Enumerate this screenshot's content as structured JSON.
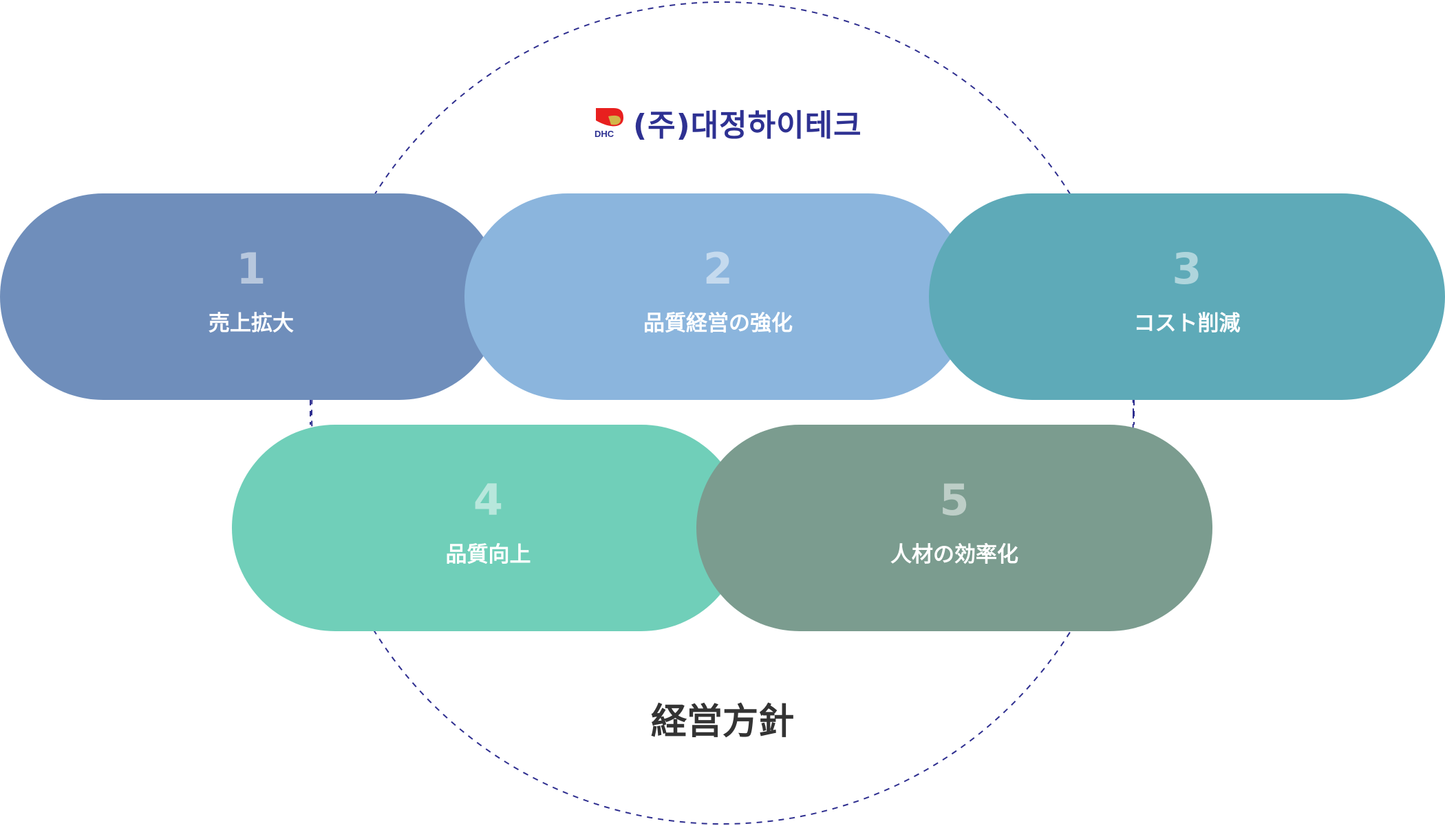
{
  "logo": {
    "mark_text": "DHC",
    "company_name": "(주)대정하이테크"
  },
  "title": "経営方針",
  "colors": {
    "ring": "#2e2e8f",
    "pill1": "#6f8ebb",
    "pill2": "#8bb5dd",
    "pill3": "#5eaab8",
    "pill4": "#70cfb9",
    "pill5": "#7b9c8f"
  },
  "policies": [
    {
      "number": "1",
      "label": "売上拡大"
    },
    {
      "number": "2",
      "label": "品質経営の強化"
    },
    {
      "number": "3",
      "label": "コスト削減"
    },
    {
      "number": "4",
      "label": "品質向上"
    },
    {
      "number": "5",
      "label": "人材の効率化"
    }
  ]
}
